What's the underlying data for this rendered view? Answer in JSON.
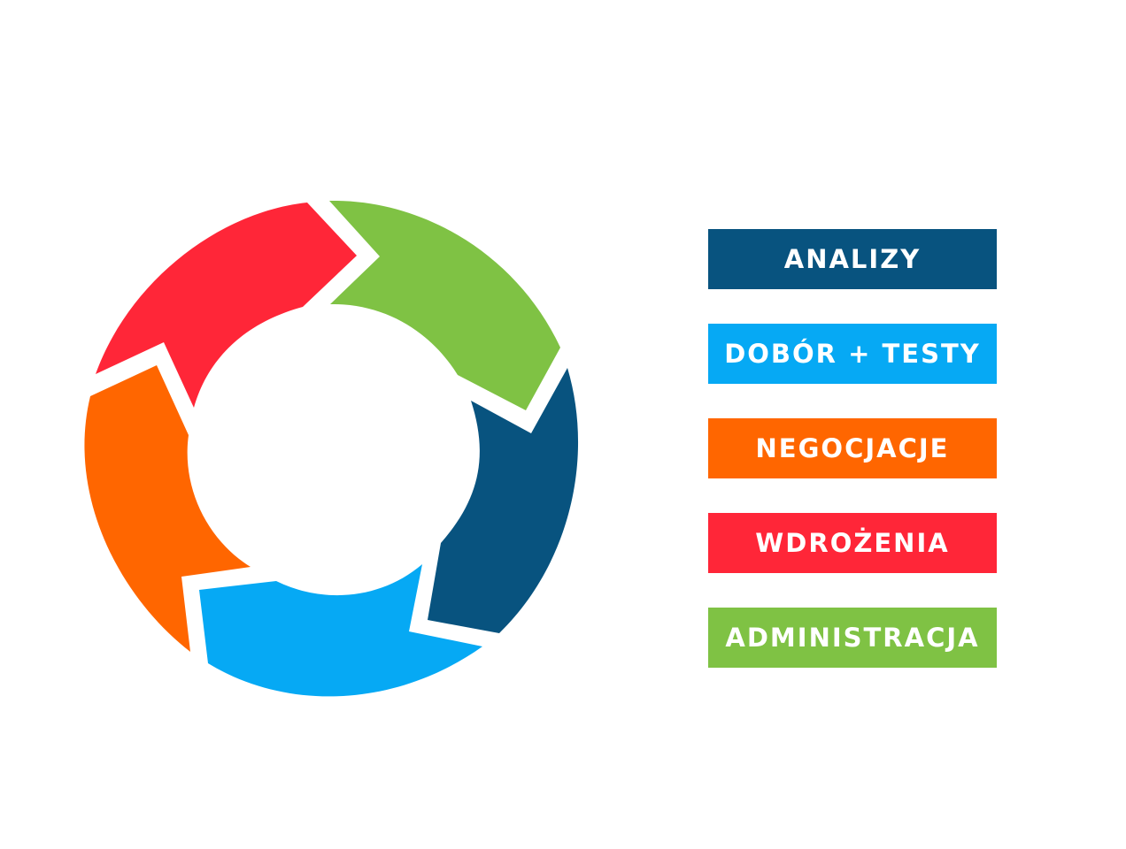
{
  "stages": [
    {
      "name": "analizy",
      "label": "ANALIZY",
      "color": "#08537F"
    },
    {
      "name": "dobor-testy",
      "label": "DOBÓR + TESTY",
      "color": "#06A9F4"
    },
    {
      "name": "negocjacje",
      "label": "NEGOCJACJE",
      "color": "#FF6600"
    },
    {
      "name": "wdrozenia",
      "label": "WDROŻENIA",
      "color": "#FF2638"
    },
    {
      "name": "administracja",
      "label": "ADMINISTRACJA",
      "color": "#7FC244"
    }
  ]
}
